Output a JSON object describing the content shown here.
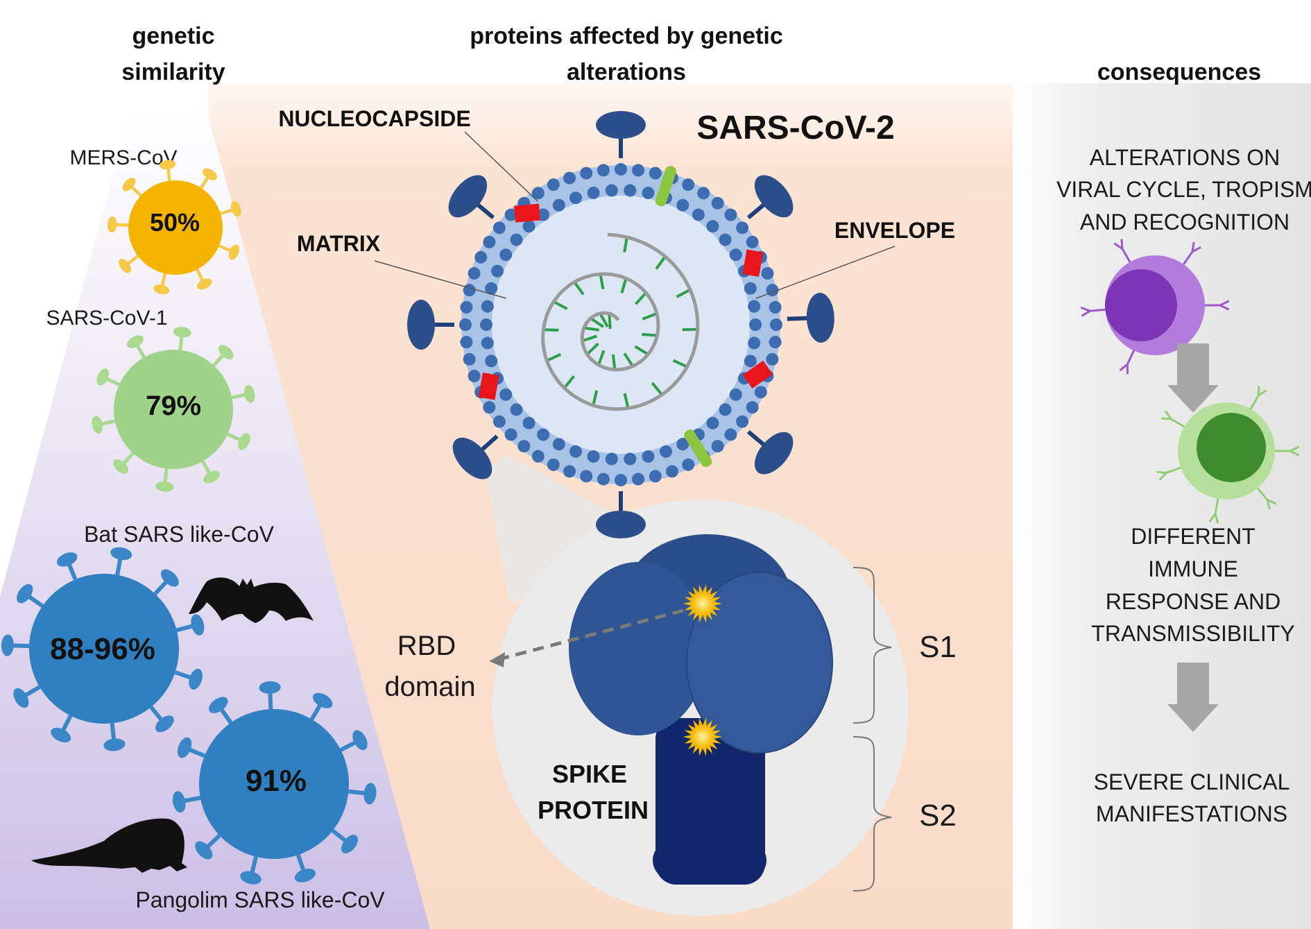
{
  "headers": {
    "genetic_similarity_line1": "genetic",
    "genetic_similarity_line2": "similarity",
    "proteins_line1": "proteins affected by genetic",
    "proteins_line2": "alterations",
    "consequences": "consequences"
  },
  "viruses": [
    {
      "name": "MERS-CoV",
      "similarity": "50%",
      "color": "#f5b400",
      "spike_color": "#f7c948"
    },
    {
      "name": "SARS-CoV-1",
      "similarity": "79%",
      "color": "#9fd38a",
      "spike_color": "#a9d98f"
    },
    {
      "name": "Bat SARS like-CoV",
      "similarity": "88-96%",
      "color": "#2f7fc1",
      "spike_color": "#3a86c6"
    },
    {
      "name": "Pangolim SARS like-CoV",
      "similarity": "91%",
      "color": "#2f7fc1",
      "spike_color": "#3a86c6"
    }
  ],
  "sars_cov_2": {
    "title": "SARS-CoV-2",
    "labels": {
      "nucleocapside": "NUCLEOCAPSIDE",
      "matrix": "MATRIX",
      "envelope": "ENVELOPE"
    }
  },
  "spike": {
    "label_line1": "SPIKE",
    "label_line2": "PROTEIN",
    "rbd_line1": "RBD",
    "rbd_line2": "domain",
    "s1": "S1",
    "s2": "S2"
  },
  "consequences": {
    "alterations": [
      "ALTERATIONS ON",
      "VIRAL CYCLE, TROPISM",
      "AND RECOGNITION"
    ],
    "immune": [
      "DIFFERENT",
      "IMMUNE",
      "RESPONSE AND",
      "TRANSMISSIBILITY"
    ],
    "clinical": [
      "SEVERE CLINICAL",
      "MANIFESTATIONS"
    ]
  },
  "colors": {
    "membrane": "#3d6db0",
    "spike_protein": "#2c4f8c",
    "spike_stalk": "#12276b",
    "interior": "#dde6f4",
    "rna": "#9a9a9a",
    "red_marker": "#e8161b",
    "green_marker": "#8cc63f",
    "purple_cell": "#8e44c4",
    "green_cell": "#3f8c2f",
    "arrow_gray": "#a6a6a6"
  }
}
